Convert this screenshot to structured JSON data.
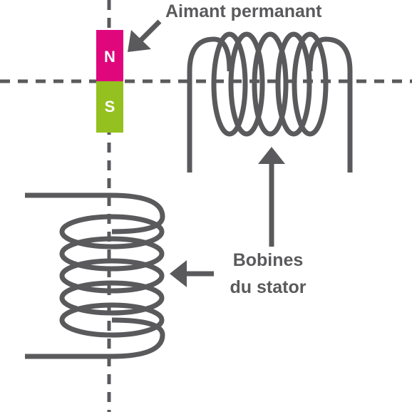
{
  "labels": {
    "magnet": "Aimant permanant",
    "stator_line1": "Bobines",
    "stator_line2": "du stator"
  },
  "magnet": {
    "north": "N",
    "south": "S",
    "north_color": "#e0077d",
    "south_color": "#94c11f"
  },
  "colors": {
    "line": "#5a5a5c",
    "text": "#5a5a5c"
  }
}
